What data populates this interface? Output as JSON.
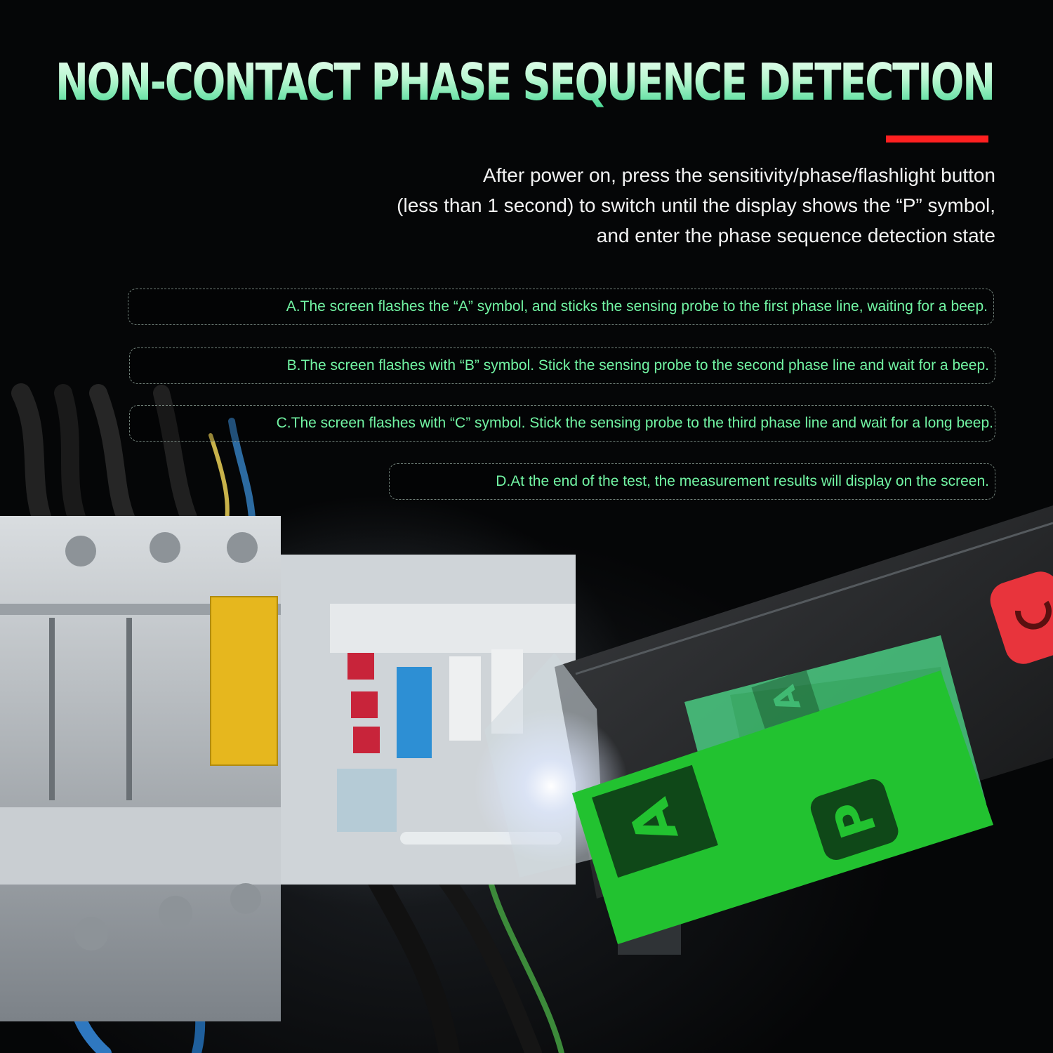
{
  "headline": "NON-CONTACT PHASE SEQUENCE DETECTION",
  "intro": [
    "After power on, press the sensitivity/phase/flashlight button",
    "(less than 1 second) to switch until the display shows the “P” symbol,",
    "and enter the phase sequence detection state"
  ],
  "steps": [
    "A.The screen flashes the “A” symbol, and sticks the sensing probe to the first phase line, waiting for a beep.",
    "B.The screen flashes with “B” symbol. Stick the sensing probe to the second phase line and wait for a beep.",
    "C.The screen flashes with “C” symbol. Stick the  sensing probe to the third phase line and wait  for a long beep.",
    "D.At the end of the test, the measurement results will display on the screen."
  ],
  "display": {
    "symbol_phase": "A",
    "symbol_mode": "P",
    "ghost_symbol": "A"
  },
  "colors": {
    "accent_red": "#ff2020",
    "step_text": "#72f5a4",
    "lcd_green": "#22c230",
    "pen_button_red": "#e8343c"
  }
}
